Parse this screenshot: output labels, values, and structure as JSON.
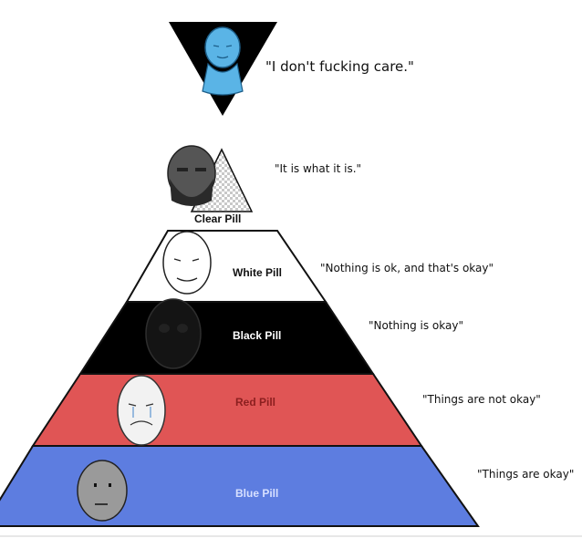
{
  "tiers": {
    "top": {
      "quote": "\"I don't fucking care.\""
    },
    "clear": {
      "label": "Clear Pill",
      "quote": "\"It is what it is.\""
    },
    "white": {
      "label": "White Pill",
      "quote": "\"Nothing is ok, and that's okay\""
    },
    "black": {
      "label": "Black Pill",
      "quote": "\"Nothing is okay\""
    },
    "red": {
      "label": "Red Pill",
      "quote": "\"Things are not okay\""
    },
    "blue": {
      "label": "Blue Pill",
      "quote": "\"Things are okay\""
    }
  },
  "colors": {
    "white_layer": "#ffffff",
    "black_layer": "#000000",
    "red_layer": "#e05555",
    "blue_layer": "#5d7de0",
    "top_triangle": "#000000",
    "top_face": "#5ab4e6",
    "outline": "#111111"
  }
}
